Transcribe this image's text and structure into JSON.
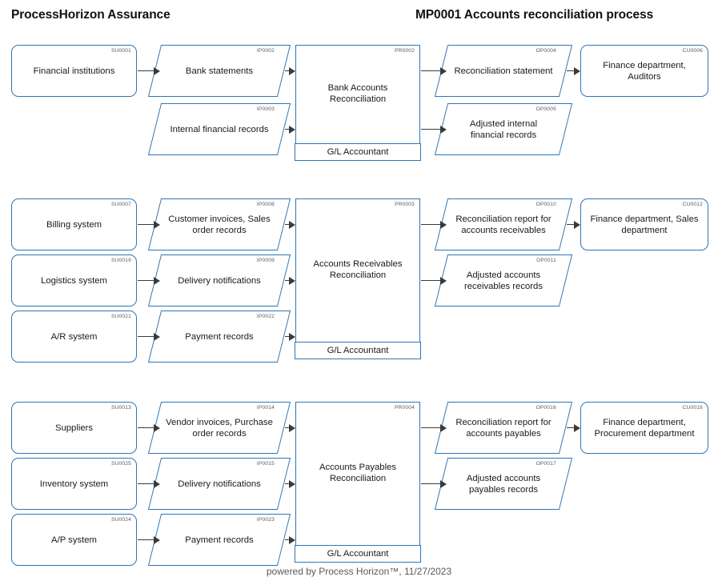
{
  "header": {
    "brand_title": "ProcessHorizon Assurance",
    "process_title": "MP0001 Accounts reconciliation process"
  },
  "footer": {
    "text": "powered by Process Horizon™, 11/27/2023"
  },
  "theme": {
    "shape_border": "#2E75B6",
    "arrow_color": "#3A3A3A",
    "id_text": "#5A5A5A",
    "background": "#FFFFFF"
  },
  "rows": [
    {
      "name": "bank-accounts-reconciliation",
      "suppliers": [
        {
          "id": "SU0001",
          "label": "Financial institutions"
        }
      ],
      "inputs": [
        {
          "id": "IP0002",
          "label": "Bank statements"
        },
        {
          "id": "IP0003",
          "label": "Internal financial records"
        }
      ],
      "process": {
        "id": "PR0002",
        "label": "Bank Accounts Reconciliation",
        "role": "G/L Accountant"
      },
      "outputs": [
        {
          "id": "OP0004",
          "label": "Reconciliation statement"
        },
        {
          "id": "OP0005",
          "label": "Adjusted internal financial records"
        }
      ],
      "customers": [
        {
          "id": "CU0006",
          "label": "Finance department, Auditors"
        }
      ]
    },
    {
      "name": "accounts-receivables-reconciliation",
      "suppliers": [
        {
          "id": "SU0007",
          "label": "Billing system"
        },
        {
          "id": "SU0019",
          "label": "Logistics system"
        },
        {
          "id": "SU0021",
          "label": "A/R system"
        }
      ],
      "inputs": [
        {
          "id": "IP0008",
          "label": "Customer invoices, Sales order records"
        },
        {
          "id": "IP0009",
          "label": "Delivery notifications"
        },
        {
          "id": "IP0022",
          "label": "Payment records"
        }
      ],
      "process": {
        "id": "PR0003",
        "label": "Accounts Receivables Reconciliation",
        "role": "G/L Accountant"
      },
      "outputs": [
        {
          "id": "OP0010",
          "label": "Reconciliation report for accounts receivables"
        },
        {
          "id": "OP0011",
          "label": "Adjusted accounts receivables records"
        }
      ],
      "customers": [
        {
          "id": "CU0012",
          "label": "Finance department, Sales department"
        }
      ]
    },
    {
      "name": "accounts-payables-reconciliation",
      "suppliers": [
        {
          "id": "SU0013",
          "label": "Suppliers"
        },
        {
          "id": "SU0025",
          "label": "Inventory system"
        },
        {
          "id": "SU0024",
          "label": "A/P system"
        }
      ],
      "inputs": [
        {
          "id": "IP0014",
          "label": "Vendor invoices, Purchase order records"
        },
        {
          "id": "IP0015",
          "label": "Delivery notifications"
        },
        {
          "id": "IP0023",
          "label": "Payment records"
        }
      ],
      "process": {
        "id": "PR0004",
        "label": "Accounts Payables Reconciliation",
        "role": "G/L Accountant"
      },
      "outputs": [
        {
          "id": "OP0016",
          "label": "Reconciliation report for accounts payables"
        },
        {
          "id": "OP0017",
          "label": "Adjusted accounts payables records"
        }
      ],
      "customers": [
        {
          "id": "CU0018",
          "label": "Finance department, Procurement department"
        }
      ]
    }
  ]
}
